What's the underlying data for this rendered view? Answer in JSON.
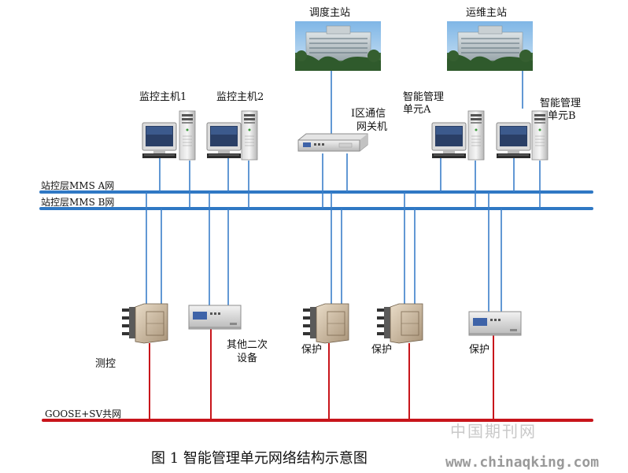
{
  "nodes": {
    "dispatch_station": "调度主站",
    "ops_station": "运维主站",
    "monitor_host_1": "监控主机1",
    "monitor_host_2": "监控主机2",
    "gateway_line1": "I区通信",
    "gateway_line2": "网关机",
    "mgmt_unit_a_line1": "智能管理",
    "mgmt_unit_a_line2": "单元A",
    "mgmt_unit_b_line1": "智能管理",
    "mgmt_unit_b_line2": "单元B",
    "measure_control": "测控",
    "other_secondary_line1": "其他二次",
    "other_secondary_line2": "设备",
    "protection_1": "保护",
    "protection_2": "保护",
    "protection_3": "保护"
  },
  "networks": {
    "mms_a": "站控层MMS A网",
    "mms_b": "站控层MMS B网",
    "goose_sv": "GOOSE+SV共网"
  },
  "caption": "图 1 智能管理单元网络结构示意图",
  "watermark": {
    "cn": "中国期刊网",
    "url": "www.chinaqking.com"
  },
  "colors": {
    "mms_bus": "#2f78c4",
    "goose_bus": "#c8151b",
    "link": "#3a7fc9"
  }
}
